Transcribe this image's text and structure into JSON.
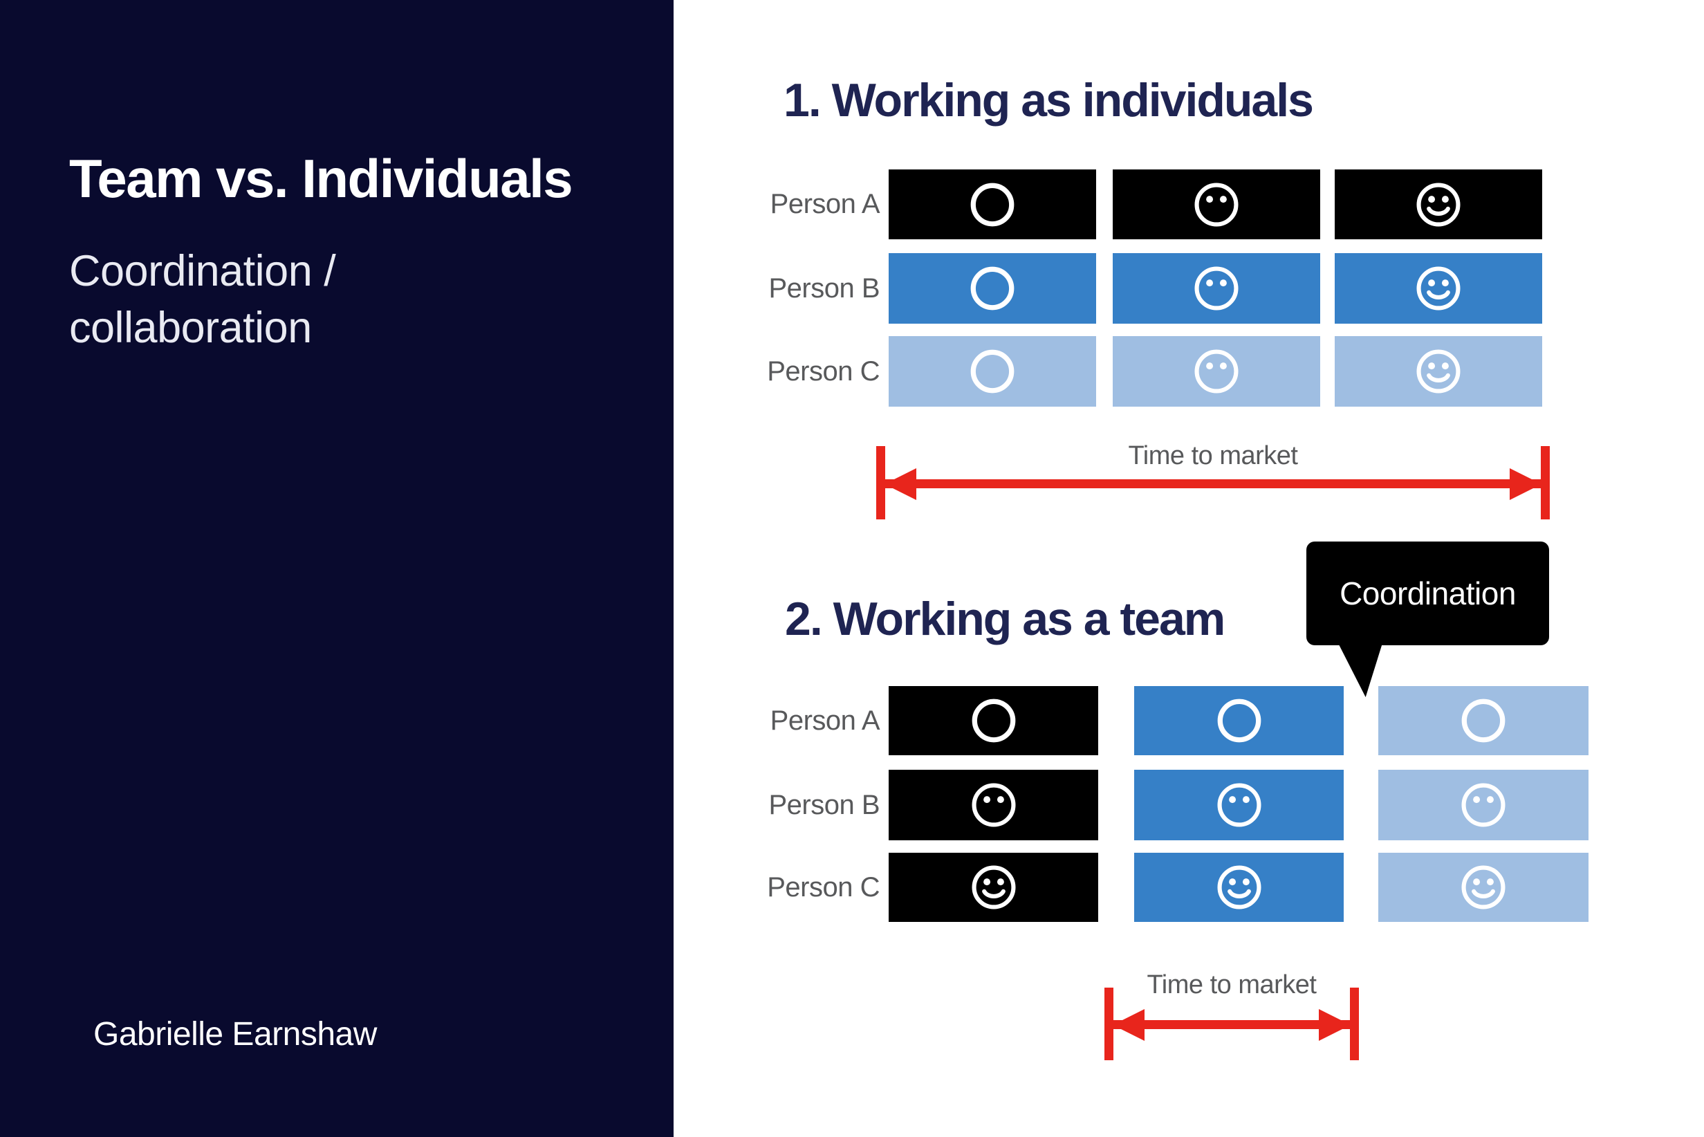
{
  "sidebar": {
    "title": "Team vs. Individuals",
    "subtitle_lines": [
      "Coordination /",
      "collaboration"
    ],
    "author": "Gabrielle Earnshaw"
  },
  "diagram1": {
    "heading": "1. Working as individuals",
    "person_labels": [
      "Person A",
      "Person B",
      "Person C"
    ],
    "row_colors": [
      "#000000",
      "#3680C7",
      "#9FBEE2"
    ],
    "row_color_names": [
      "black",
      "blue",
      "light-blue"
    ],
    "icon_sequence": [
      "circle-empty",
      "face-eyes",
      "face-smile"
    ],
    "arrow_label": "Time to market"
  },
  "diagram2": {
    "heading": "2. Working as a team",
    "callout_label": "Coordination",
    "person_labels": [
      "Person A",
      "Person B",
      "Person C"
    ],
    "column_colors": [
      "#000000",
      "#3680C7",
      "#9FBEE2"
    ],
    "column_color_names": [
      "black",
      "blue",
      "light-blue"
    ],
    "row_icons": [
      "circle-empty",
      "face-eyes",
      "face-smile"
    ],
    "arrow_label": "Time to market"
  },
  "colors": {
    "sidebar_bg": "#090A2E",
    "heading_text": "#1F2452",
    "label_gray": "#58595B",
    "arrow_red": "#E8251C",
    "block_black": "#000000",
    "block_blue": "#3680C7",
    "block_light_blue": "#9FBEE2",
    "icon_white": "#FFFFFF"
  }
}
